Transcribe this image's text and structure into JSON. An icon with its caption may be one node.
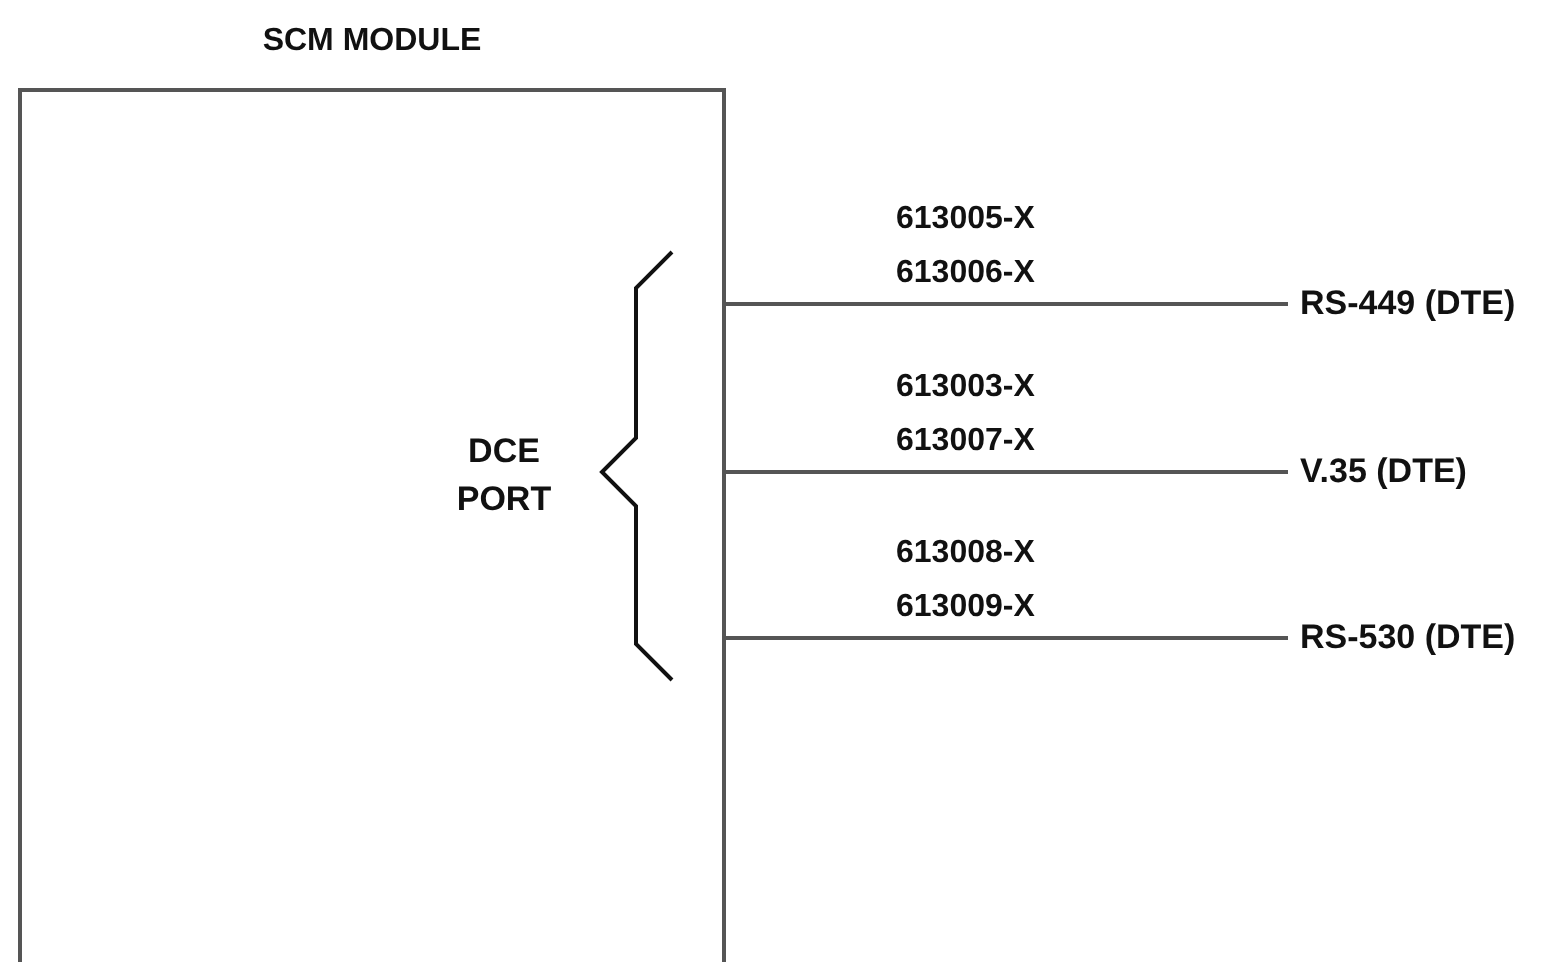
{
  "diagram": {
    "nodes": [
      {
        "text": [
          "SCM MODULE"
        ]
      },
      {
        "text": [
          "RS-449 (DTE)"
        ]
      },
      {
        "text": [
          "V.35 (DTE)"
        ]
      },
      {
        "text": [
          "RS-530 (DTE)"
        ]
      }
    ],
    "edges": [
      {
        "from": 0,
        "to": 1,
        "arrow": "none",
        "label": "613005-X 613006-X"
      },
      {
        "from": 0,
        "to": 2,
        "arrow": "none",
        "label": "613003-X 613007-X"
      },
      {
        "from": 0,
        "to": 3,
        "arrow": "none",
        "label": "613008-X 613009-X"
      }
    ],
    "labels": [
      "DCE PORT"
    ]
  }
}
